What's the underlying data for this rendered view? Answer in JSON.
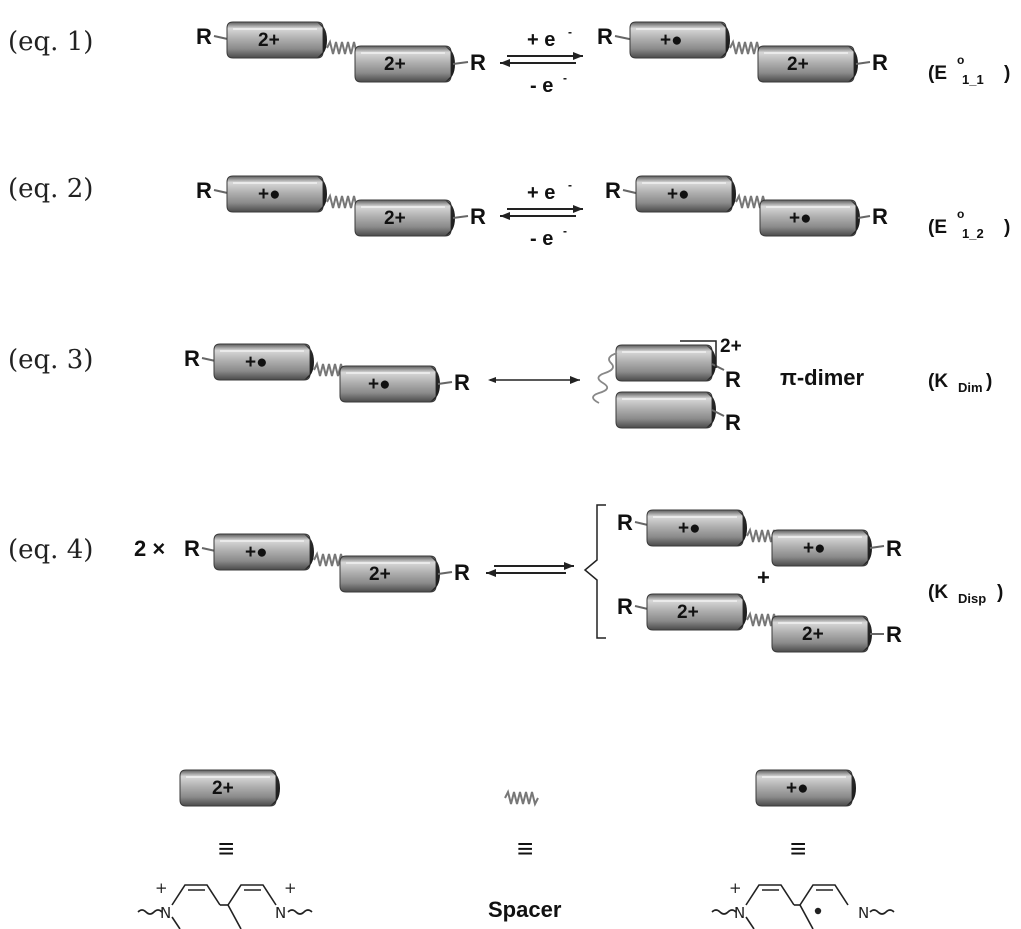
{
  "equations": [
    {
      "label": "(eq. 1)",
      "left_charges": [
        "2+",
        "2+"
      ],
      "right_charges": [
        "+●",
        "2+"
      ],
      "forward": "+ e",
      "backward": "- e",
      "superscript": "-",
      "constant_main": "(E",
      "constant_sup": "o",
      "constant_sub": "1_1",
      "constant_close": ")"
    },
    {
      "label": "(eq. 2)",
      "left_charges": [
        "+●",
        "2+"
      ],
      "right_charges": [
        "+●",
        "+●"
      ],
      "forward": "+ e",
      "backward": "- e",
      "superscript": "-",
      "constant_main": "(E",
      "constant_sup": "o",
      "constant_sub": "1_2",
      "constant_close": ")"
    },
    {
      "label": "(eq. 3)",
      "left_charges": [
        "+●",
        "+●"
      ],
      "dimer_charge": "2+",
      "dimer_name": "π-dimer",
      "constant_main": "(K",
      "constant_sub": "Dim",
      "constant_close": ")"
    },
    {
      "label": "(eq. 4)",
      "prefix": "2 ×",
      "left_charges": [
        "+●",
        "2+"
      ],
      "products_top": [
        "+●",
        "+●"
      ],
      "products_bottom": [
        "2+",
        "2+"
      ],
      "plus": "+",
      "constant_main": "(K",
      "constant_sub": "Disp",
      "constant_close": ")"
    }
  ],
  "substituent": "R",
  "legend": {
    "equiv": "≡",
    "dication_charge": "2+",
    "radical_charge": "+●",
    "spacer_label": "Spacer",
    "structure_plus": "+",
    "structure_N": "N"
  }
}
